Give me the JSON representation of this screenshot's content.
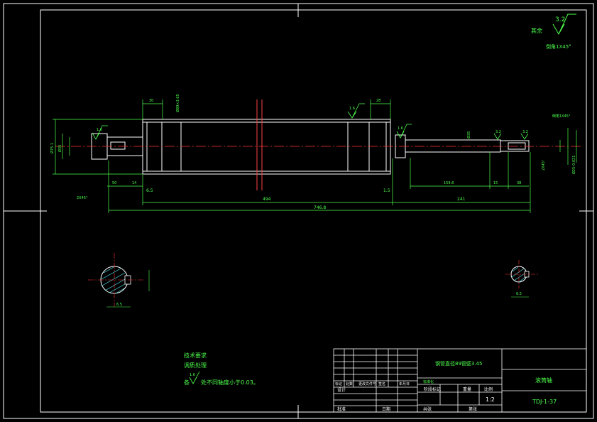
{
  "colors": {
    "background": "#000000",
    "frame": "#ffffff",
    "part": "#ffffff",
    "dimension": "#4dff4d",
    "centerline": "#ff3333",
    "hatch": "#ff4040"
  },
  "roughness_general": {
    "value": "3.2",
    "label": "其余",
    "chamfer": "倒角1X45°"
  },
  "surface_marks": {
    "m1": "1.6",
    "m2": "1.6",
    "m3": "1.6",
    "m4": "3.2",
    "m5": "3.2"
  },
  "dimensions": {
    "d_overall": "746.8",
    "d_body": "494",
    "d_right": "241",
    "d_left_shaft": "50",
    "d_left_step": "14",
    "d_gap_l": "6.5",
    "d_gap_r": "1.5",
    "d_right_seg": "159.8",
    "d_keyseat": "15",
    "d_right_end": "38",
    "d_top_l": "30",
    "d_top_r": "28",
    "d_tube_dia": "Ø89×3.65",
    "d_left_dia1": "Ø75.1",
    "d_left_dia2": "Ø35",
    "d_right_dia": "Ø35",
    "d_end_dia": "Ø25-0.021",
    "d_chamfer_label": "倒角1X45°",
    "d_key_l": "6.5",
    "d_key_r": "6.5",
    "thread_l": "2X45°",
    "thread_r": "2X45°"
  },
  "notes": {
    "title": "技术要求",
    "line1": "调质处理",
    "line2": "各",
    "line2_rest": "处不同轴度小于0.03。",
    "rough": "1.6"
  },
  "title_block": {
    "material": "钢管直径89管壁3.45",
    "part_name": "滚筒轴",
    "drawing_no": "TDJ-1-37",
    "scale": "1:2",
    "scale_label": "比例",
    "weight_label": "重量",
    "stage_label": "阶段标记",
    "mark_label": "标记",
    "qty_label": "处数",
    "file_label": "更改文件号",
    "sign_label": "签名",
    "date_label": "年月日",
    "design_label": "设计",
    "approve_label": "批准",
    "date2_label": "日期",
    "sheet_label": "共张",
    "sheet2_label": "第张",
    "std_label": "标准化"
  }
}
